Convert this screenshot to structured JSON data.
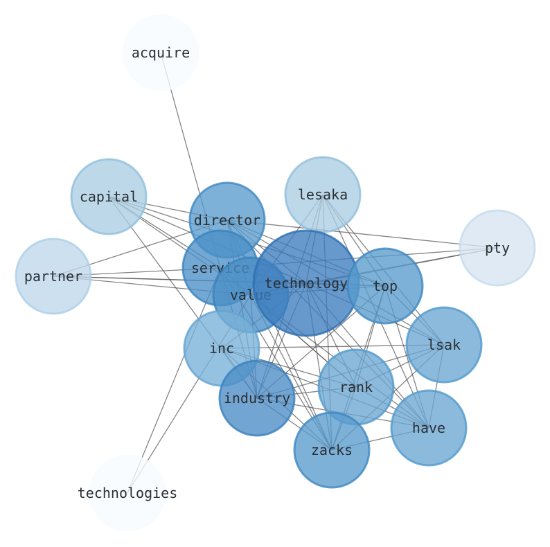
{
  "graph": {
    "nodes": [
      {
        "id": "acquire",
        "label": "acquire",
        "color": "#f7fbff",
        "border": "#f7fbff"
      },
      {
        "id": "capital",
        "label": "capital",
        "color": "#a9cde3",
        "border": "#90bfdc"
      },
      {
        "id": "lesaka",
        "label": "lesaka",
        "color": "#a9cde3",
        "border": "#90bfdc"
      },
      {
        "id": "pty",
        "label": "pty",
        "color": "#d6e4f1",
        "border": "#c6dbee"
      },
      {
        "id": "partner",
        "label": "partner",
        "color": "#bfd7ea",
        "border": "#acd0e6"
      },
      {
        "id": "director",
        "label": "director",
        "color": "#5a9bcd",
        "border": "#3f87c0"
      },
      {
        "id": "service",
        "label": "service",
        "color": "#4a90c7",
        "border": "#3a82bd"
      },
      {
        "id": "value",
        "label": "value",
        "color": "#4a90c7",
        "border": "#3a82bd"
      },
      {
        "id": "technology",
        "label": "technology",
        "color": "#3c7cbf",
        "border": "#2f6fb0"
      },
      {
        "id": "top",
        "label": "top",
        "color": "#5a9bcd",
        "border": "#3f87c0"
      },
      {
        "id": "inc",
        "label": "inc",
        "color": "#78b1d9",
        "border": "#63a3d2"
      },
      {
        "id": "lsak",
        "label": "lsak",
        "color": "#6aa7d4",
        "border": "#519acc"
      },
      {
        "id": "rank",
        "label": "rank",
        "color": "#6aa7d4",
        "border": "#519acc"
      },
      {
        "id": "industry",
        "label": "industry",
        "color": "#4a8cc5",
        "border": "#3a7fbb"
      },
      {
        "id": "have",
        "label": "have",
        "color": "#6aa7d4",
        "border": "#519acc"
      },
      {
        "id": "zacks",
        "label": "zacks",
        "color": "#5a9bcd",
        "border": "#3f87c0"
      },
      {
        "id": "technologies",
        "label": "technologies",
        "color": "#f7fbff",
        "border": "#f7fbff"
      }
    ],
    "edges": [
      [
        "acquire",
        "service"
      ],
      [
        "capital",
        "director"
      ],
      [
        "capital",
        "service"
      ],
      [
        "capital",
        "value"
      ],
      [
        "capital",
        "technology"
      ],
      [
        "capital",
        "top"
      ],
      [
        "capital",
        "industry"
      ],
      [
        "partner",
        "director"
      ],
      [
        "partner",
        "service"
      ],
      [
        "partner",
        "value"
      ],
      [
        "partner",
        "technology"
      ],
      [
        "partner",
        "top"
      ],
      [
        "pty",
        "director"
      ],
      [
        "pty",
        "service"
      ],
      [
        "pty",
        "value"
      ],
      [
        "pty",
        "technology"
      ],
      [
        "lesaka",
        "technology"
      ],
      [
        "lesaka",
        "value"
      ],
      [
        "lesaka",
        "top"
      ],
      [
        "lesaka",
        "lsak"
      ],
      [
        "lesaka",
        "have"
      ],
      [
        "lesaka",
        "zacks"
      ],
      [
        "lesaka",
        "industry"
      ],
      [
        "director",
        "technology"
      ],
      [
        "director",
        "value"
      ],
      [
        "director",
        "top"
      ],
      [
        "director",
        "industry"
      ],
      [
        "director",
        "have"
      ],
      [
        "director",
        "zacks"
      ],
      [
        "director",
        "lsak"
      ],
      [
        "service",
        "technology"
      ],
      [
        "service",
        "rank"
      ],
      [
        "service",
        "industry"
      ],
      [
        "service",
        "zacks"
      ],
      [
        "value",
        "technology"
      ],
      [
        "value",
        "top"
      ],
      [
        "value",
        "rank"
      ],
      [
        "value",
        "industry"
      ],
      [
        "value",
        "have"
      ],
      [
        "value",
        "zacks"
      ],
      [
        "technology",
        "top"
      ],
      [
        "technology",
        "inc"
      ],
      [
        "technology",
        "lsak"
      ],
      [
        "technology",
        "rank"
      ],
      [
        "technology",
        "industry"
      ],
      [
        "technology",
        "have"
      ],
      [
        "technology",
        "zacks"
      ],
      [
        "top",
        "industry"
      ],
      [
        "top",
        "rank"
      ],
      [
        "top",
        "have"
      ],
      [
        "top",
        "zacks"
      ],
      [
        "top",
        "lsak"
      ],
      [
        "inc",
        "lsak"
      ],
      [
        "inc",
        "rank"
      ],
      [
        "inc",
        "have"
      ],
      [
        "inc",
        "zacks"
      ],
      [
        "inc",
        "industry"
      ],
      [
        "lsak",
        "rank"
      ],
      [
        "lsak",
        "industry"
      ],
      [
        "lsak",
        "have"
      ],
      [
        "lsak",
        "zacks"
      ],
      [
        "rank",
        "industry"
      ],
      [
        "rank",
        "have"
      ],
      [
        "rank",
        "zacks"
      ],
      [
        "industry",
        "have"
      ],
      [
        "industry",
        "zacks"
      ],
      [
        "have",
        "zacks"
      ],
      [
        "technologies",
        "value"
      ],
      [
        "technologies",
        "service"
      ]
    ]
  }
}
